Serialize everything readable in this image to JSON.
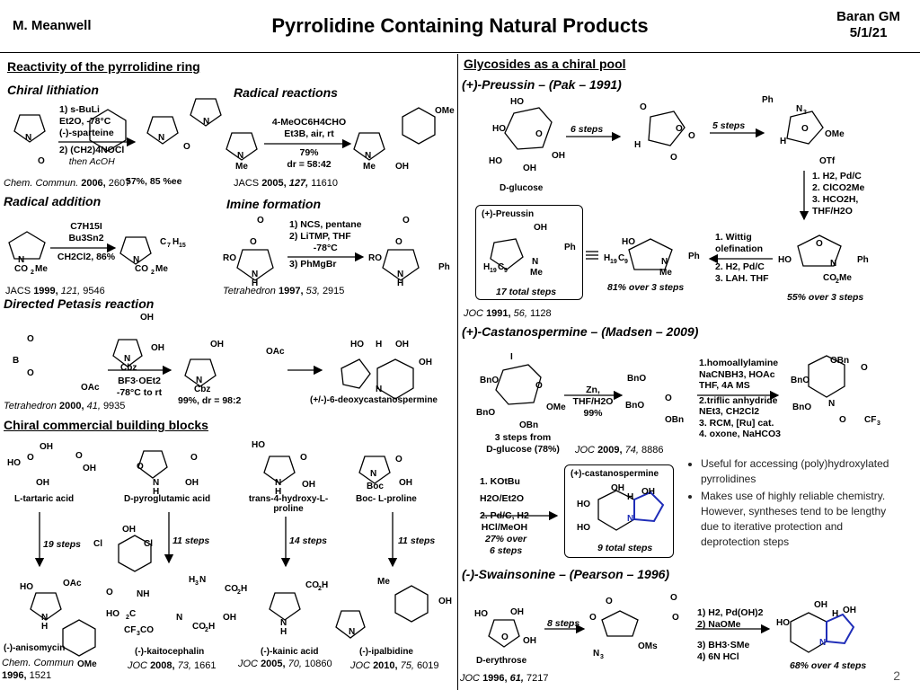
{
  "header": {
    "author": "M. Meanwell",
    "title": "Pyrrolidine Containing Natural Products",
    "group": "Baran GM",
    "date": "5/1/21"
  },
  "left": {
    "section_reactivity": "Reactivity of the pyrrolidine ring",
    "chiral_lithiation": {
      "title": "Chiral lithiation",
      "reagents": [
        "1) s-BuLi",
        "Et2O, -78°C",
        "(-)-sparteine",
        "2) (CH2)4NOCl",
        "then AcOH"
      ],
      "yield": "57%, 85 %ee",
      "ref_journal": "Chem. Commun.",
      "ref_year": "2006,",
      "ref_page": "2607"
    },
    "radical_reactions": {
      "title": "Radical reactions",
      "reagents": [
        "4-MeOC6H4CHO",
        "Et3B, air, rt"
      ],
      "yield": [
        "79%",
        "dr = 58:42"
      ],
      "ref_journal": "JACS",
      "ref_year": "2005,",
      "ref_vol": "127,",
      "ref_page": "11610"
    },
    "radical_addition": {
      "title": "Radical addition",
      "reagents_top": [
        "C7H15I",
        "Bu3Sn2"
      ],
      "reagents_bottom": "CH2Cl2, 86%",
      "ref_journal": "JACS",
      "ref_year": "1999,",
      "ref_vol": "121,",
      "ref_page": "9546"
    },
    "imine_formation": {
      "title": "Imine formation",
      "reagents": [
        "1) NCS, pentane",
        "2) LiTMP, THF",
        "-78°C",
        "3) PhMgBr"
      ],
      "ref_journal": "Tetrahedron",
      "ref_year": "1997,",
      "ref_vol": "53,",
      "ref_page": "2915"
    },
    "directed_petasis": {
      "title": "Directed Petasis reaction",
      "reagents": [
        "BF3·OEt2",
        "-78°C to rt"
      ],
      "yield": "99%, dr = 98:2",
      "product": "(+/-)-6-deoxycastanospermine",
      "ref_journal": "Tetrahedron",
      "ref_year": "2000,",
      "ref_vol": "41,",
      "ref_page": "9935"
    },
    "section_building_blocks": "Chiral commercial building blocks",
    "building_blocks": [
      {
        "name": "L-tartaric acid",
        "steps": "19 steps",
        "target": "(-)-anisomycin",
        "ref_journal": "Chem. Commun",
        "ref_year": "1996,",
        "ref_page": "1521"
      },
      {
        "name": "D-pyroglutamic acid",
        "steps": "11 steps",
        "target": "(-)-kaitocephalin",
        "ref_journal": "JOC",
        "ref_year": "2008,",
        "ref_vol": "73,",
        "ref_page": "1661"
      },
      {
        "name": "trans-4-hydroxy-L-proline",
        "steps": "14 steps",
        "target": "(-)-kainic acid",
        "ref_journal": "JOC",
        "ref_year": "2005,",
        "ref_vol": "70,",
        "ref_page": "10860"
      },
      {
        "name": "Boc- L-proline",
        "steps": "11 steps",
        "target": "(-)-ipalbidine",
        "ref_journal": "JOC",
        "ref_year": "2010,",
        "ref_vol": "75,",
        "ref_page": "6019"
      }
    ]
  },
  "right": {
    "section_glycosides": "Glycosides as a chiral pool",
    "preussin": {
      "title": "(+)-Preussin – (Pak – 1991)",
      "start": "D-glucose",
      "step1": "6 steps",
      "step2": "5 steps",
      "reagents_right": [
        "1. H2, Pd/C",
        "2. ClCO2Me",
        "3. HCO2H,",
        "THF/H2O"
      ],
      "yield_right": "55% over 3 steps",
      "reagents_mid": [
        "1. Wittig",
        "olefination",
        "2. H2, Pd/C",
        "3. LAH. THF"
      ],
      "yield_mid": "81% over 3 steps",
      "box_title": "(+)-Preussin",
      "box_steps": "17 total steps",
      "ref_journal": "JOC",
      "ref_year": "1991,",
      "ref_vol": "56,",
      "ref_page": "1128"
    },
    "castanospermine": {
      "title": "(+)-Castanospermine – (Madsen – 2009)",
      "reagents1": [
        "Zn,",
        "THF/H2O",
        "99%"
      ],
      "start_note": [
        "3 steps from",
        "D-glucose (78%)"
      ],
      "reagents2": [
        "1.homoallylamine",
        "NaCNBH3, HOAc",
        "THF, 4A MS",
        "2.triflic anhydride",
        "NEt3, CH2Cl2",
        "3. RCM, [Ru] cat.",
        "4. oxone, NaHCO3"
      ],
      "ref_journal": "JOC",
      "ref_year": "2009,",
      "ref_vol": "74,",
      "ref_page": "8886",
      "reagents3": [
        "1. KOtBu",
        "H2O/Et2O",
        "2. Pd/C, H2",
        "HCl/MeOH"
      ],
      "yield3": [
        "27% over",
        "6 steps"
      ],
      "box_title": "(+)-castanospermine",
      "box_steps": "9 total steps"
    },
    "bullets": [
      "Useful for accessing (poly)hydroxylated pyrrolidines",
      "Makes use of highly reliable chemistry. However, syntheses tend to be lengthy due to iterative protection and deprotection steps"
    ],
    "swainsonine": {
      "title": "(-)-Swainsonine – (Pearson – 1996)",
      "start": "D-erythrose",
      "step1": "8 steps",
      "reagents": [
        "1) H2, Pd(OH)2",
        "2) NaOMe",
        "3) BH3·SMe",
        "4) 6N HCl"
      ],
      "yield": "68% over 4 steps",
      "ref_journal": "JOC",
      "ref_year": "1996,",
      "ref_vol": "61,",
      "ref_page": "7217"
    }
  },
  "page_number": "2",
  "colors": {
    "highlight": "#1f2db8",
    "text": "#000000"
  }
}
